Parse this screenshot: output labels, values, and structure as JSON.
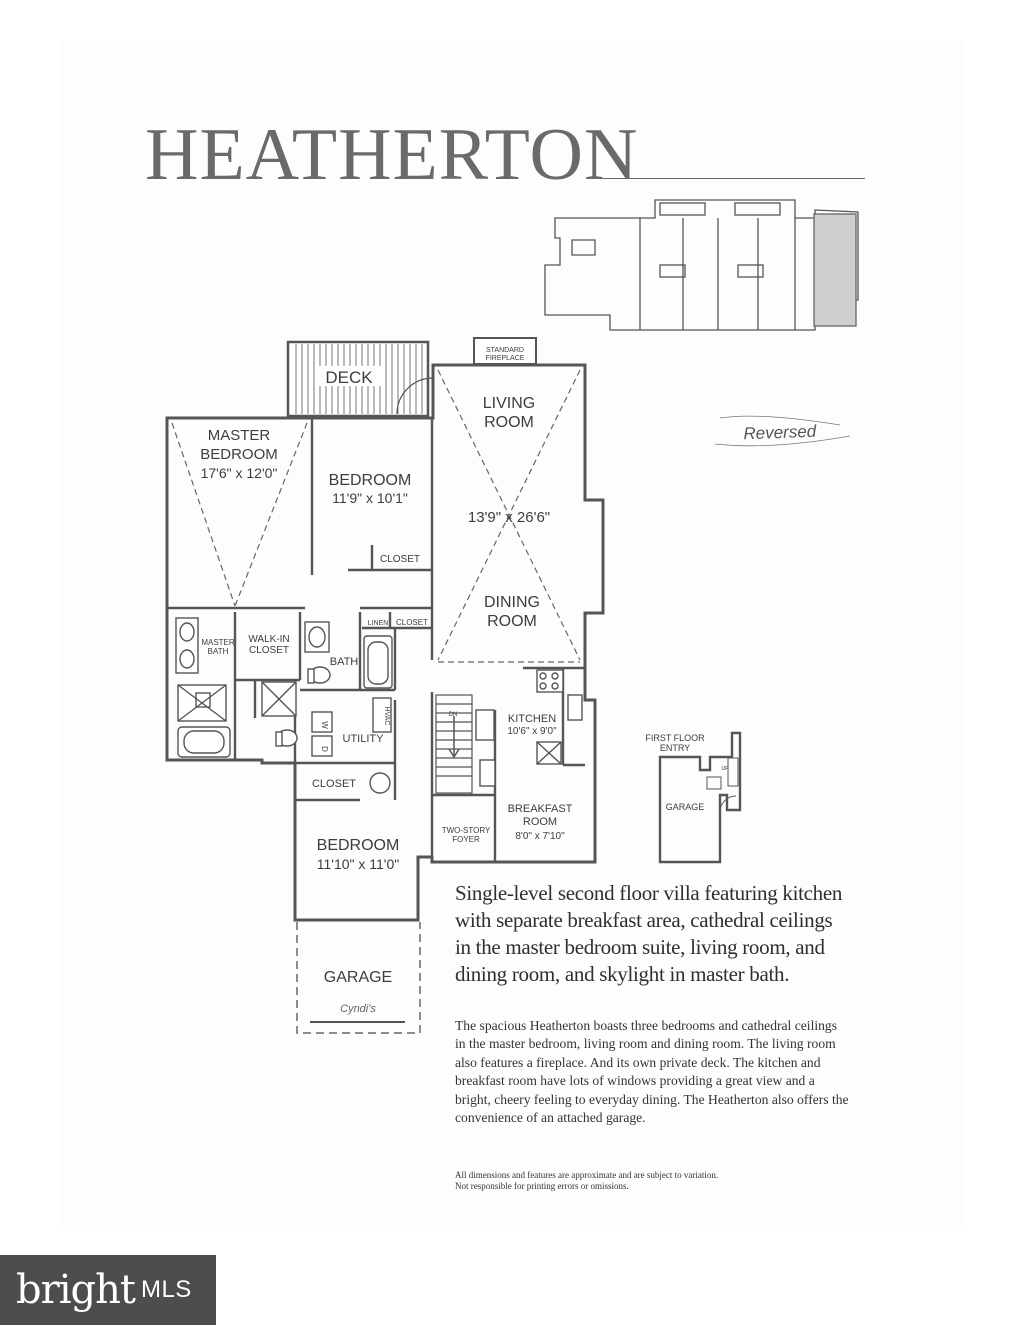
{
  "title": "HEATHERTON",
  "annotation_reversed": "Reversed",
  "rooms": {
    "deck": "DECK",
    "standard_fireplace_1": "STANDARD",
    "standard_fireplace_2": "FIREPLACE",
    "living_room_1": "LIVING",
    "living_room_2": "ROOM",
    "living_dim": "13'9\" x 26'6\"",
    "dining_room_1": "DINING",
    "dining_room_2": "ROOM",
    "master_bedroom_1": "MASTER",
    "master_bedroom_2": "BEDROOM",
    "master_dim": "17'6\" x 12'0\"",
    "bedroom_a": "BEDROOM",
    "bedroom_a_dim": "11'9\" x 10'1\"",
    "closet_a": "CLOSET",
    "master_bath_1": "MASTER",
    "master_bath_2": "BATH",
    "walk_in_1": "WALK-IN",
    "walk_in_2": "CLOSET",
    "linen": "LINEN",
    "closet_b": "CLOSET",
    "bath": "BATH",
    "utility": "UTILITY",
    "hvac": "HVAC",
    "washer": "W",
    "dryer": "D",
    "stairs_down": "DN",
    "kitchen": "KITCHEN",
    "kitchen_dim": "10'6\" x 9'0\"",
    "closet_c": "CLOSET",
    "breakfast_1": "BREAKFAST",
    "breakfast_2": "ROOM",
    "breakfast_dim": "8'0\" x 7'10\"",
    "foyer_1": "TWO-STORY",
    "foyer_2": "FOYER",
    "bedroom_b": "BEDROOM",
    "bedroom_b_dim": "11'10\" x 11'0\"",
    "garage": "GARAGE",
    "garage_note": "Cyndi's"
  },
  "first_floor": {
    "label_1": "FIRST FLOOR",
    "label_2": "ENTRY",
    "garage": "GARAGE",
    "up": "UP"
  },
  "headline": "Single-level second floor villa featuring kitchen with separate breakfast area, cathedral ceilings in the master bedroom suite, living room, and dining room, and skylight in master bath.",
  "body": "The spacious Heatherton boasts three bedrooms and cathedral ceilings in the master bedroom, living room and dining room. The living room also features a fireplace. And its own private deck. The kitchen and breakfast room have lots of windows providing a great view and a bright, cheery feeling to everyday dining. The Heatherton also offers the convenience of an attached garage.",
  "disclaimer_1": "All dimensions and features are approximate and are subject to variation.",
  "disclaimer_2": "Not responsible for printing errors or omissions.",
  "logo": {
    "bright": "bright",
    "mls": "MLS"
  }
}
